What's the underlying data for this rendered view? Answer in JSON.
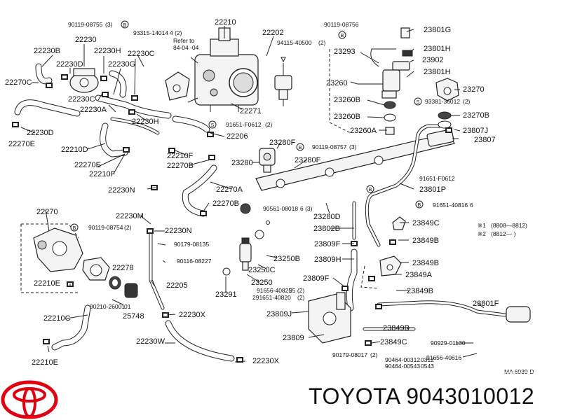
{
  "brand_text": "TOYOTA 9043010012",
  "diagram_code": "MA 6039-D",
  "refer_to": {
    "line1": "Refer to",
    "line2": "84-04 -04"
  },
  "legend": {
    "mark1": "※1",
    "range1": "(8808—8812)",
    "mark2": "※2",
    "range2": "(8812—       )"
  },
  "labels": {
    "p22210": "22210",
    "p22202": "22202",
    "p22230": "22230",
    "p22230B": "22230B",
    "p22230D_top": "22230D",
    "p22230H_top": "22230H",
    "p22230C_top": "22230C",
    "p22230G": "22230G",
    "p22230C_mid": "22230C",
    "p22230A": "22230A",
    "p22230H_mid": "22230H",
    "p22270C": "22270C",
    "p22230D_left": "22230D",
    "p22270E": "22270E",
    "p22210D": "22210D",
    "p22270E_mid": "22270E",
    "p22210F_left": "22210F",
    "p22210F": "22210F",
    "p22270B": "22270B",
    "p22206": "22206",
    "p22271": "22271",
    "p22230N_a": "22230N",
    "p22270A": "22270A",
    "p22270B_b": "22270B",
    "p22270": "22270",
    "p22230M": "22230M",
    "p22230N_b": "22230N",
    "p22278": "22278",
    "p22205": "22205",
    "p22210E_a": "22210E",
    "p25748": "25748",
    "p22210C": "22210C",
    "p22230X_a": "22230X",
    "p22230W": "22230W",
    "p22230X_b": "22230X",
    "p22210E_b": "22210E",
    "p23293": "23293",
    "p23260": "23260",
    "p23260B_a": "23260B",
    "p23260B_b": "23260B",
    "p23260A": "23260A",
    "p23801G": "23801G",
    "p23801H_a": "23801H",
    "p23902": "23902",
    "p23801H_b": "23801H",
    "p23270": "23270",
    "p23270B": "23270B",
    "p23807J": "23807J",
    "p23807": "23807",
    "p23280F_a": "23280F",
    "p23280": "23280",
    "p23280F_b": "23280F",
    "p23801P": "23801P",
    "p23280D": "23280D",
    "p23802B": "23802B",
    "p23849C_a": "23849C",
    "p23849B_a": "23849B",
    "p23809F_a": "23809F",
    "p23809H": "23809H",
    "p23849B_b": "23849B",
    "p23849A": "23849A",
    "p23250B": "23250B",
    "p23250C": "23250C",
    "p23250": "23250",
    "p23291": "23291",
    "p23809F_b": "23809F",
    "p23849B_c": "23849B",
    "p23801F": "23801F",
    "p23809J": "23809J",
    "p23849B_d": "23849B",
    "p23809": "23809",
    "p23849C_b": "23849C"
  },
  "small_labels": {
    "s90119_08755": "90119-08755",
    "s93315": "93315-14014",
    "s94115": "94115-40500",
    "s90119_08756": "90119-08756",
    "s93381": "93381-36012",
    "s91651_F0612_a": "91651-F0612",
    "s90119_08757": "90119-08757",
    "s91651_F0612_b": "91651-F0612",
    "s91651_40816": "91651-40816",
    "s90119_08754": "90119-08754",
    "s90561": "90561-08018",
    "s90179_08135": "90179-08135",
    "s90116": "90116-08227",
    "s91656_40825": "91656-40825",
    "s91651_40820": "291651-40820",
    "s90210": "90210-26001",
    "s90179_08017": "90179-08017",
    "s90464_00312": "90464-00312",
    "s90464_00543": "90464-00543",
    "s90929": "90929-01130",
    "s91656_40616": "91656-40616"
  },
  "qty": {
    "q90119_08755": "(3)",
    "q93315": "4 (2)",
    "q94115": "(2)",
    "q90119_08756": "",
    "q93381": "(2)",
    "q91651_a": "(2)",
    "q90119_08757": "(3)",
    "q91651_b": "",
    "q91651_40816": "6",
    "q90119_08754": "(2)",
    "q90561": "6 (3)",
    "q91656_40825": "25 (2)",
    "q91651_40820": "(2)",
    "q90210": "01",
    "q90179_08017": "(2)",
    "q90464_00312": "0312",
    "q90464_00543": "0543"
  }
}
